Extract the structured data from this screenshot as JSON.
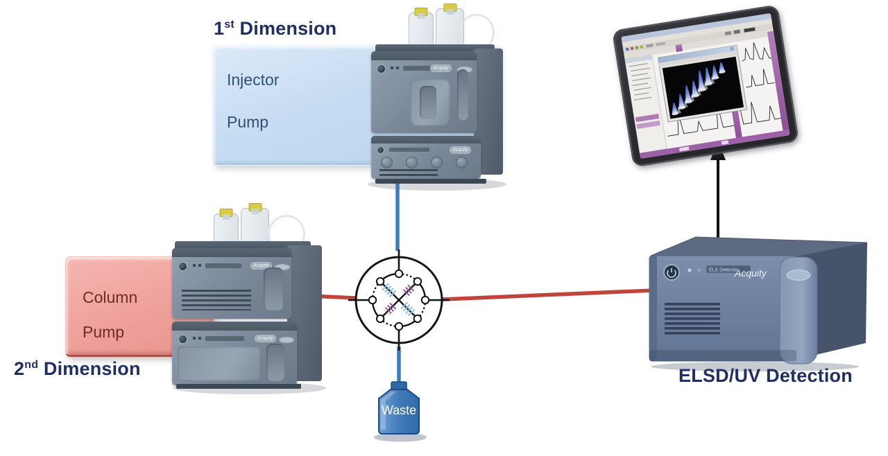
{
  "first_dimension": {
    "prefix": "1",
    "ordinal": "st",
    "suffix": " Dimension",
    "line1": "Injector",
    "line2": "Pump"
  },
  "second_dimension": {
    "prefix": "2",
    "ordinal": "nd",
    "suffix": " Dimension",
    "line1": "Column",
    "line2": "Pump"
  },
  "detector": {
    "label": "ELSD/UV Detection",
    "brand": "Acquity",
    "display": "ELS Detector"
  },
  "waste": {
    "label": "Waste"
  },
  "instruments": {
    "brand": "Acquity"
  },
  "colors": {
    "flow_blue": "#3E7CBE",
    "flow_red": "#C0443A",
    "label_navy": "#1F2E63",
    "box_blue": "#C6DCF2",
    "box_pink": "#F0A29D",
    "box_blue_text": "#2E5272",
    "box_pink_text": "#6E2B28",
    "trap_column_blue": "#8FC3E4",
    "trap_column_purple": "#9B4F97",
    "waste_blue": "#3C78B4"
  }
}
